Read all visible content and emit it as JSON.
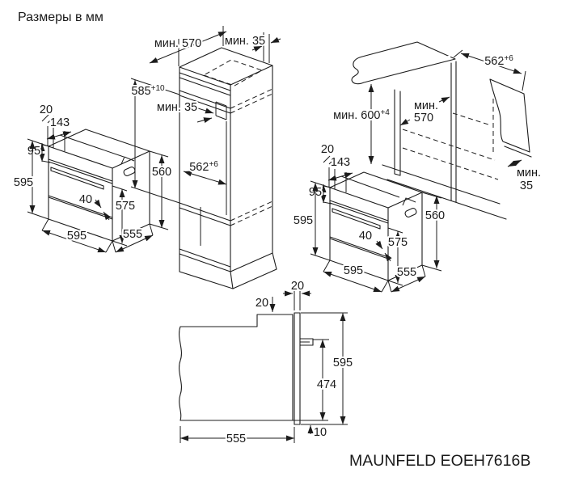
{
  "title": "Размеры в мм",
  "model": "MAUNFELD EOEH7616B",
  "colors": {
    "line": "#1c1c1c",
    "panel_fill": "#d8d8d8",
    "background": "#ffffff"
  },
  "tall_cabinet": {
    "min_top_depth": "мин. 570",
    "min_top_rear_gap": "мин. 35",
    "niche_height": "585",
    "niche_height_tol": "+10",
    "min_vent_gap": "мин. 35",
    "niche_depth": "562",
    "niche_depth_tol": "+6"
  },
  "left_oven": {
    "top_inset": "20",
    "panel_depth": "143",
    "panel_height": "95",
    "height": "595",
    "handle_gap": "40",
    "door_height": "575",
    "width": "595",
    "depth": "555",
    "body_height": "560"
  },
  "right_oven": {
    "top_inset": "20",
    "panel_depth": "143",
    "panel_height": "95",
    "height": "595",
    "handle_gap": "40",
    "door_height": "575",
    "width": "595",
    "depth": "555",
    "body_height": "560"
  },
  "base_cabinet": {
    "niche_width": "562",
    "niche_width_tol": "+6",
    "worktop_height": "мин. 600",
    "worktop_height_tol": "+4",
    "min_depth_line1": "мин.",
    "min_depth_line2": "570",
    "rear_gap_line1": "мин.",
    "rear_gap_line2": "35"
  },
  "side_view": {
    "front_panel_thickness": "20",
    "top_recess": "20",
    "height": "595",
    "handle_to_bottom": "474",
    "depth": "555",
    "bottom_lip": "10"
  }
}
